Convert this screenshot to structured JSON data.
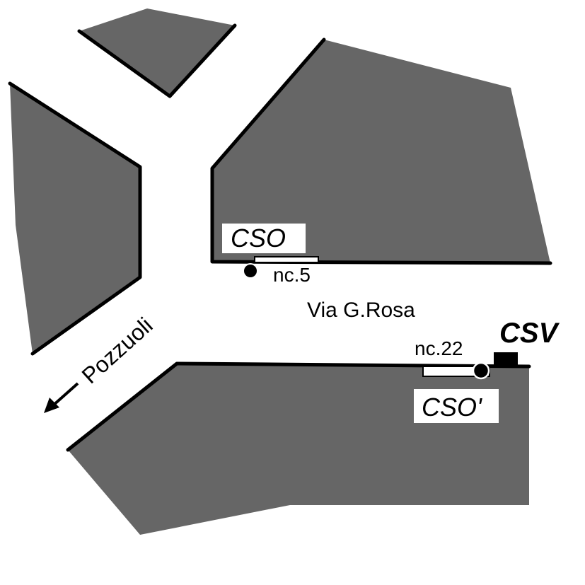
{
  "map": {
    "street_name": "Via G.Rosa",
    "direction_label": "Pozzuoli",
    "direction_arrow": "arrow-left-down",
    "colors": {
      "block_fill": "#666666",
      "block_edge": "#000000",
      "background": "#ffffff"
    }
  },
  "sites": {
    "cso": {
      "label": "CSO",
      "house_number": "nc.5"
    },
    "cso_prime": {
      "label": "CSO'",
      "house_number": "nc.22"
    },
    "csv": {
      "label": "CSV"
    }
  }
}
